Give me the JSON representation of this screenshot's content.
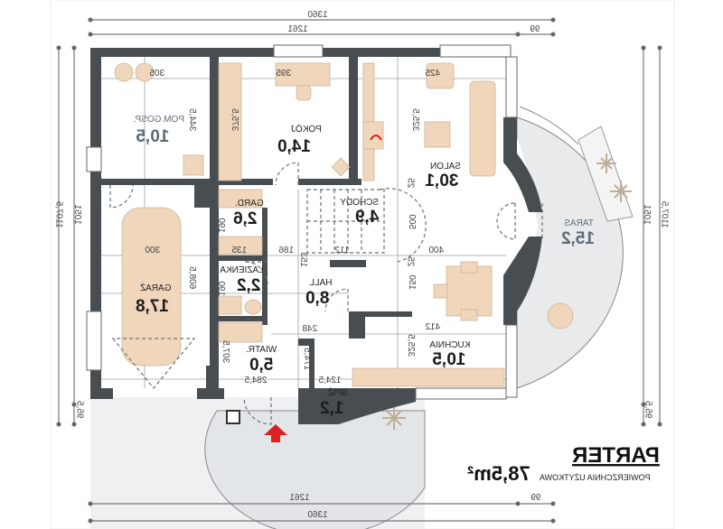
{
  "title": {
    "floor": "PARTER",
    "subtitle": "POWIERZCHNIA UŻYTKOWA",
    "area": "78,5m²"
  },
  "rooms": [
    {
      "name": "POM.GOSP.",
      "area": "10,5"
    },
    {
      "name": "POKÓJ",
      "area": "14,0"
    },
    {
      "name": "SALON",
      "area": "30,1"
    },
    {
      "name": "GARD.",
      "area": "2,6"
    },
    {
      "name": "SCHODY",
      "area": "4,9"
    },
    {
      "name": "GARAŻ",
      "area": "17,8"
    },
    {
      "name": "ŁAZIENKA",
      "area": "2,2"
    },
    {
      "name": "HALL",
      "area": "8,0"
    },
    {
      "name": "KUCHNIA",
      "area": "10,5"
    },
    {
      "name": "WIATR.",
      "area": "5,0"
    },
    {
      "name": "SPIŻ.",
      "area": "1,2"
    },
    {
      "name": "TARAS",
      "area": "15,2"
    }
  ],
  "outer_dims": {
    "total_width": "1360",
    "main_width": "1261",
    "ext_width": "99",
    "total_height": "1107,5",
    "main_height": "1051",
    "ext_height": "95,5"
  },
  "inner_dims": [
    "305",
    "344,5",
    "375,5",
    "395",
    "425",
    "325,5",
    "500",
    "400",
    "300",
    "608,5",
    "186",
    "135",
    "190",
    "112",
    "153",
    "25",
    "150",
    "248",
    "412",
    "325,5",
    "307,5",
    "284,5",
    "124,5",
    "174,5",
    "25",
    "190"
  ],
  "colors": {
    "wall": "#474d51",
    "furniture": "#f0d6bb",
    "entry_arrow": "#e02020"
  }
}
